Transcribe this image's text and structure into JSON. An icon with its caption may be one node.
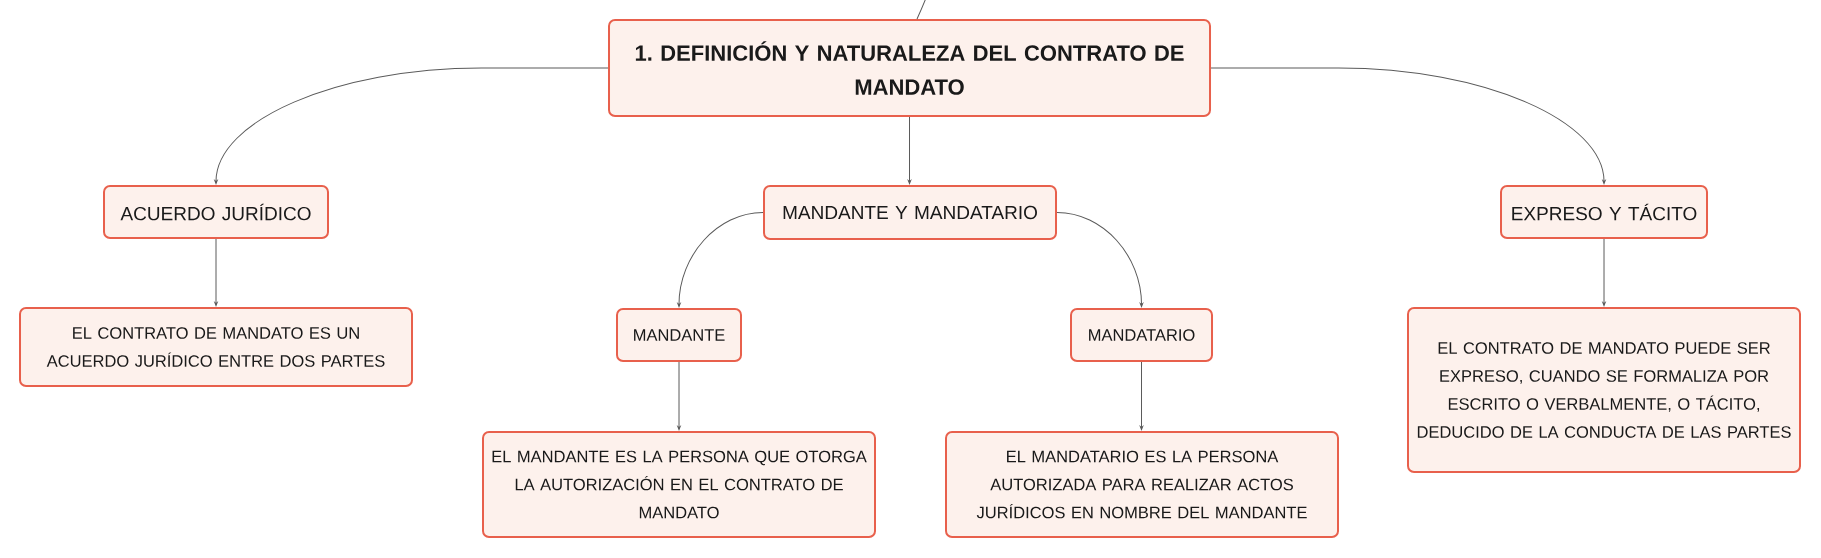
{
  "diagram": {
    "nodes": [
      {
        "text": [
          "1. DEFINICIÓN Y NATURALEZA DEL CONTRATO DE MANDATO"
        ]
      },
      {
        "text": [
          "ACUERDO JURÍDICO"
        ]
      },
      {
        "text": [
          "MANDANTE Y MANDATARIO"
        ]
      },
      {
        "text": [
          "EXPRESO Y TÁCITO"
        ]
      },
      {
        "text": [
          "EL CONTRATO DE MANDATO ES UN ACUERDO JURÍDICO ENTRE DOS PARTES"
        ]
      },
      {
        "text": [
          "MANDANTE"
        ]
      },
      {
        "text": [
          "MANDATARIO"
        ]
      },
      {
        "text": [
          "EL CONTRATO DE MANDATO PUEDE SER EXPRESO, CUANDO SE FORMALIZA POR ESCRITO O VERBALMENTE, O TÁCITO, DEDUCIDO DE LA CONDUCTA DE LAS PARTES"
        ]
      },
      {
        "text": [
          "EL MANDANTE ES LA PERSONA QUE OTORGA LA AUTORIZACIÓN EN EL CONTRATO DE MANDATO"
        ]
      },
      {
        "text": [
          "EL MANDATARIO ES LA PERSONA AUTORIZADA PARA REALIZAR ACTOS JURÍDICOS EN NOMBRE DEL MANDANTE"
        ]
      }
    ],
    "edges": [
      {
        "from": 0,
        "to": 1,
        "arrow": "to"
      },
      {
        "from": 0,
        "to": 2,
        "arrow": "to"
      },
      {
        "from": 0,
        "to": 3,
        "arrow": "to"
      },
      {
        "from": 1,
        "to": 4,
        "arrow": "to"
      },
      {
        "from": 2,
        "to": 5,
        "arrow": "to"
      },
      {
        "from": 2,
        "to": 6,
        "arrow": "to"
      },
      {
        "from": 3,
        "to": 7,
        "arrow": "to"
      },
      {
        "from": 5,
        "to": 8,
        "arrow": "to"
      },
      {
        "from": 6,
        "to": 9,
        "arrow": "to"
      },
      {
        "from": null,
        "to": 0,
        "arrow": "none"
      }
    ]
  }
}
